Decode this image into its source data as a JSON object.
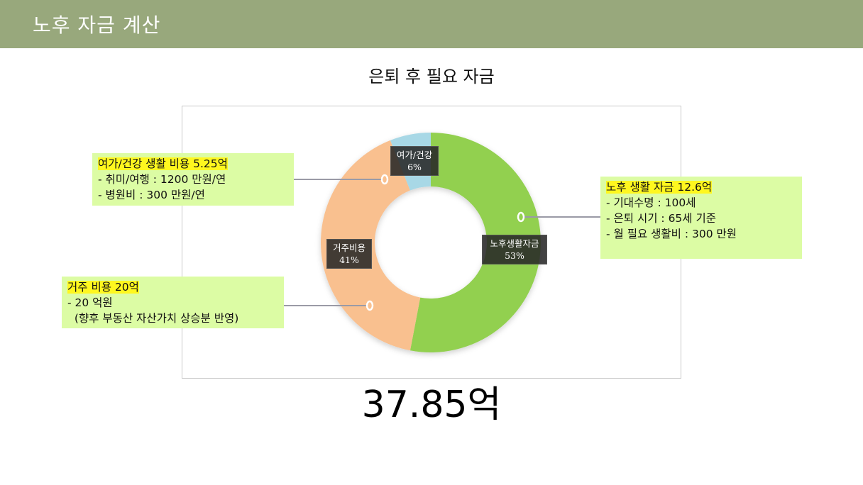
{
  "header": {
    "title": "노후 자금 계산"
  },
  "subtitle": "은퇴 후 필요 자금",
  "total": "37.85억",
  "chart_data": {
    "type": "pie",
    "donut": true,
    "categories": [
      "노후생활자금",
      "거주비용",
      "여가/건강"
    ],
    "values": [
      53,
      41,
      6
    ],
    "value_labels": [
      "53%",
      "41%",
      "6%"
    ],
    "colors": [
      "#92d050",
      "#f9c08f",
      "#a8d8e6"
    ]
  },
  "labels": {
    "living": {
      "name": "노후생활자금",
      "pct": "53%"
    },
    "housing": {
      "name": "거주비용",
      "pct": "41%"
    },
    "leisure": {
      "name": "여가/건강",
      "pct": "6%"
    }
  },
  "callouts": {
    "living": {
      "head": "노후 생활 자금 12.6억",
      "lines": [
        "",
        "- 기대수명 : 100세",
        "- 은퇴 시기 : 65세 기준",
        "- 월 필요 생활비 : 300 만원"
      ]
    },
    "leisure": {
      "head": "여가/건강 생활 비용 5.25억",
      "lines": [
        "- 취미/여행 : 1200 만원/연",
        "- 병원비 : 300 만원/연"
      ]
    },
    "housing": {
      "head": "거주 비용 20억",
      "lines": [
        "- 20 억원",
        "  (향후 부동산 자산가치 상승분 반영)"
      ]
    }
  }
}
